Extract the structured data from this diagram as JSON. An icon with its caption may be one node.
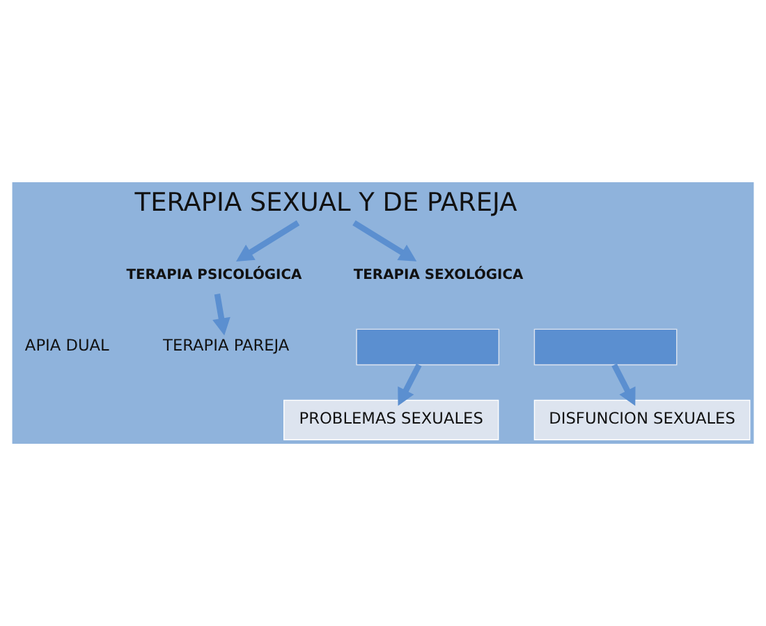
{
  "diagram": {
    "nodes": [
      {
        "text": [
          "TERAPIA SEXUAL Y DE PAREJA"
        ]
      },
      {
        "text": [
          "TERAPIA PSICOLÓGICA"
        ]
      },
      {
        "text": [
          "TERAPIA SEXOLÓGICA"
        ]
      },
      {
        "text": [
          "APIA DUAL"
        ]
      },
      {
        "text": [
          "TERAPIA PAREJA"
        ]
      },
      {
        "text": [],
        "shape": "box"
      },
      {
        "text": [],
        "shape": "box"
      },
      {
        "text": [
          "PROBLEMAS SEXUALES"
        ]
      },
      {
        "text": [
          "DISFUNCION SEXUALES"
        ]
      }
    ],
    "edges": [
      {
        "from": 0,
        "to": 1,
        "arrow": "to"
      },
      {
        "from": 0,
        "to": 2,
        "arrow": "to"
      },
      {
        "from": 1,
        "to": 4,
        "arrow": "to"
      },
      {
        "from": 5,
        "to": 7,
        "arrow": "to"
      },
      {
        "from": 6,
        "to": 8,
        "arrow": "to"
      }
    ]
  }
}
